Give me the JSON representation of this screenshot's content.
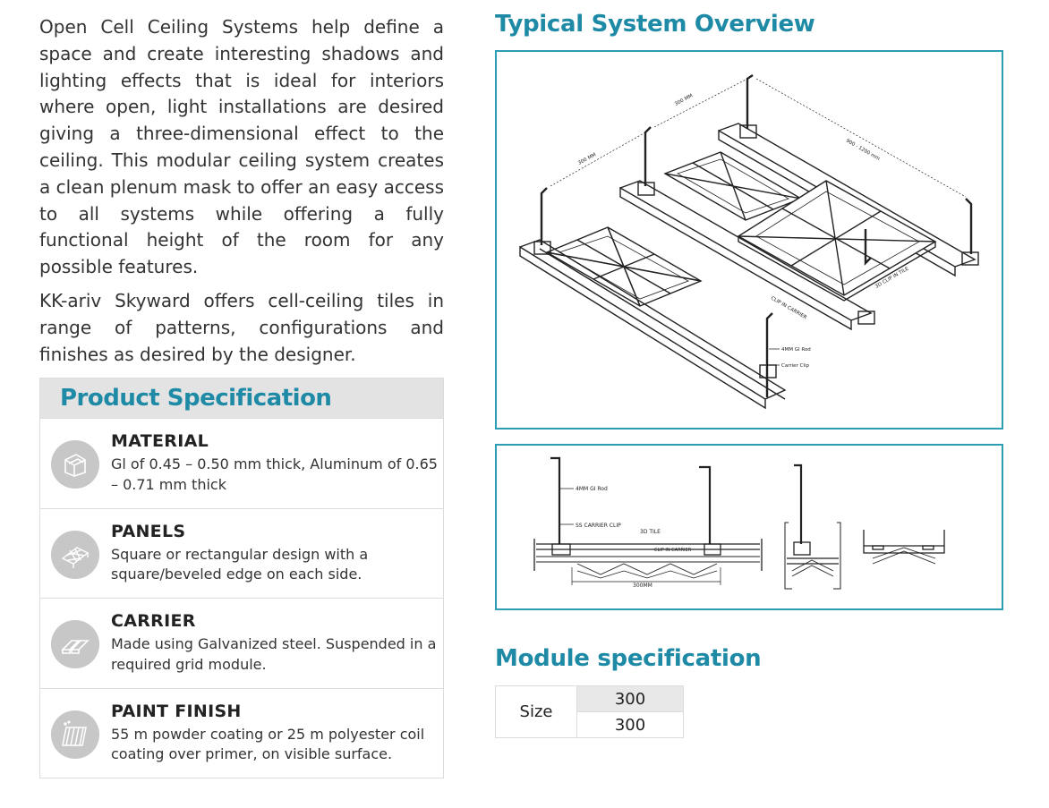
{
  "intro": {
    "paragraph_1": "Open Cell Ceiling Systems help define a space and create interesting shadows and lighting effects that is ideal for interiors where open, light installations are desired giving a three-dimensional effect to the ceiling. This modular ceiling system creates a clean plenum mask to offer an easy access to all systems while offering a fully functional height of the room for any possible features.",
    "paragraph_2": "KK-ariv Skyward offers cell-ceiling tiles in range of patterns, configurations and finishes as desired by the designer."
  },
  "product_spec": {
    "title": "Product Specification",
    "items": [
      {
        "title": "MATERIAL",
        "text": "Gl of 0.45 – 0.50 mm thick, Aluminum of 0.65 – 0.71 mm thick",
        "icon": "sheets-icon"
      },
      {
        "title": "PANELS",
        "text": "Square or rectangular design with a square/beveled edge on each side.",
        "icon": "grid-panel-icon"
      },
      {
        "title": "CARRIER",
        "text": "Made using Galvanized steel. Suspended in a required grid module.",
        "icon": "carrier-icon"
      },
      {
        "title": "PAINT FINISH",
        "text": "55 m powder coating or 25 m polyester coil coating over primer, on visible surface.",
        "icon": "paint-panel-icon"
      }
    ]
  },
  "overview": {
    "title": "Typical System Overview",
    "iso_labels": {
      "dim_top": "300 MM",
      "dim_left": "300 MM",
      "dim_right": "900 - 1200 mm",
      "clip_tile": "3D CLIP IN TILE",
      "clip_carrier": "CLIP IN CARRIER",
      "rod": "4MM GI Rod",
      "carrier_clip": "Carrier Clip"
    },
    "section_labels": {
      "rod": "4MM GI Rod",
      "ss_clip": "SS CARRIER CLIP",
      "tile": "3D TILE",
      "clip_carrier": "CLIP IN CARRIER",
      "dim": "300MM"
    }
  },
  "module_spec": {
    "title": "Module specification",
    "label": "Size",
    "values": [
      "300",
      "300"
    ]
  },
  "colors": {
    "accent": "#1e8aa6",
    "frame": "#2d9db3",
    "header_bg": "#e3e3e3",
    "icon_bg": "#c7c7c7"
  }
}
